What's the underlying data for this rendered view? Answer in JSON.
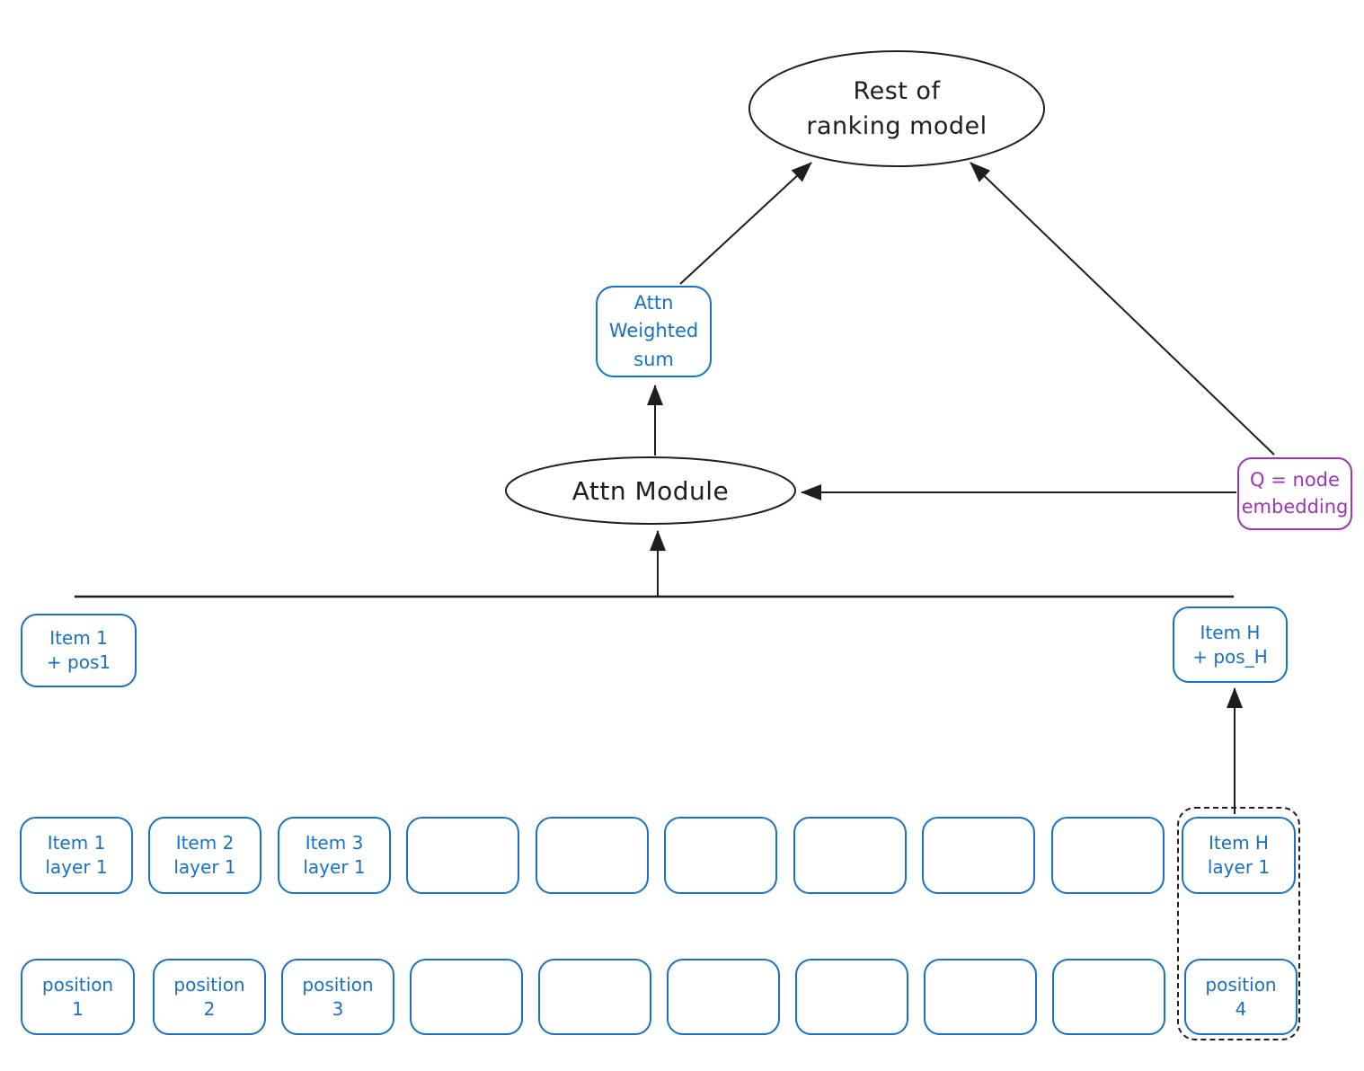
{
  "colors": {
    "ink": "#1e1e1e",
    "blue": "#1971c2",
    "purple": "#9c36b5",
    "background": "#ffffff"
  },
  "nodes": {
    "rest_of_ranking_model": {
      "lines": [
        "Rest of",
        "ranking model"
      ]
    },
    "attn_weighted_sum": {
      "lines": [
        "Attn",
        "Weighted",
        "sum"
      ]
    },
    "attn_module": {
      "label": "Attn Module"
    },
    "q_node_embedding": {
      "lines": [
        "Q = node",
        "embedding"
      ]
    },
    "item1_pos": {
      "lines": [
        "Item 1",
        "+ pos1"
      ]
    },
    "itemH_pos": {
      "lines": [
        "Item H",
        "+ pos_H"
      ]
    }
  },
  "item_row": [
    {
      "lines": [
        "Item 1",
        "layer 1"
      ]
    },
    {
      "lines": [
        "Item 2",
        "layer 1"
      ]
    },
    {
      "lines": [
        "Item 3",
        "layer 1"
      ]
    },
    {
      "lines": [
        "",
        ""
      ]
    },
    {
      "lines": [
        "",
        ""
      ]
    },
    {
      "lines": [
        "",
        ""
      ]
    },
    {
      "lines": [
        "",
        ""
      ]
    },
    {
      "lines": [
        "",
        ""
      ]
    },
    {
      "lines": [
        "",
        ""
      ]
    },
    {
      "lines": [
        "Item H",
        "layer 1"
      ]
    }
  ],
  "position_row": [
    {
      "lines": [
        "position",
        "1"
      ]
    },
    {
      "lines": [
        "position",
        "2"
      ]
    },
    {
      "lines": [
        "position",
        "3"
      ]
    },
    {
      "lines": [
        "",
        ""
      ]
    },
    {
      "lines": [
        "",
        ""
      ]
    },
    {
      "lines": [
        "",
        ""
      ]
    },
    {
      "lines": [
        "",
        ""
      ]
    },
    {
      "lines": [
        "",
        ""
      ]
    },
    {
      "lines": [
        "",
        ""
      ]
    },
    {
      "lines": [
        "position",
        "4"
      ]
    }
  ]
}
